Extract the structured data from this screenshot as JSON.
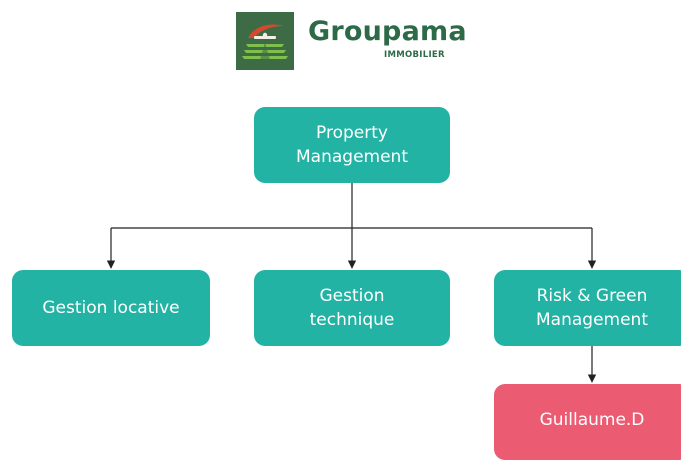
{
  "brand": {
    "name": "Groupama",
    "subtitle": "IMMOBILIER",
    "logo_icon": "groupama-wheat-field-logo",
    "colors": {
      "wordmark": "#2d6a47",
      "subtitle": "#2d6a47",
      "mark_background": "#3c6b45",
      "mark_arc": "#d5492e",
      "mark_field": "#7fbf4d"
    }
  },
  "org_chart": {
    "colors": {
      "node_fill": "#23b3a5",
      "highlight_fill": "#eb5b72",
      "connector": "#222222"
    },
    "root": {
      "label": "Property\nManagement"
    },
    "children": [
      {
        "label": "Gestion locative"
      },
      {
        "label": "Gestion\ntechnique"
      },
      {
        "label": "Risk & Green\nManagement",
        "children": [
          {
            "label": "Guillaume.D",
            "highlighted": true
          }
        ]
      }
    ]
  }
}
